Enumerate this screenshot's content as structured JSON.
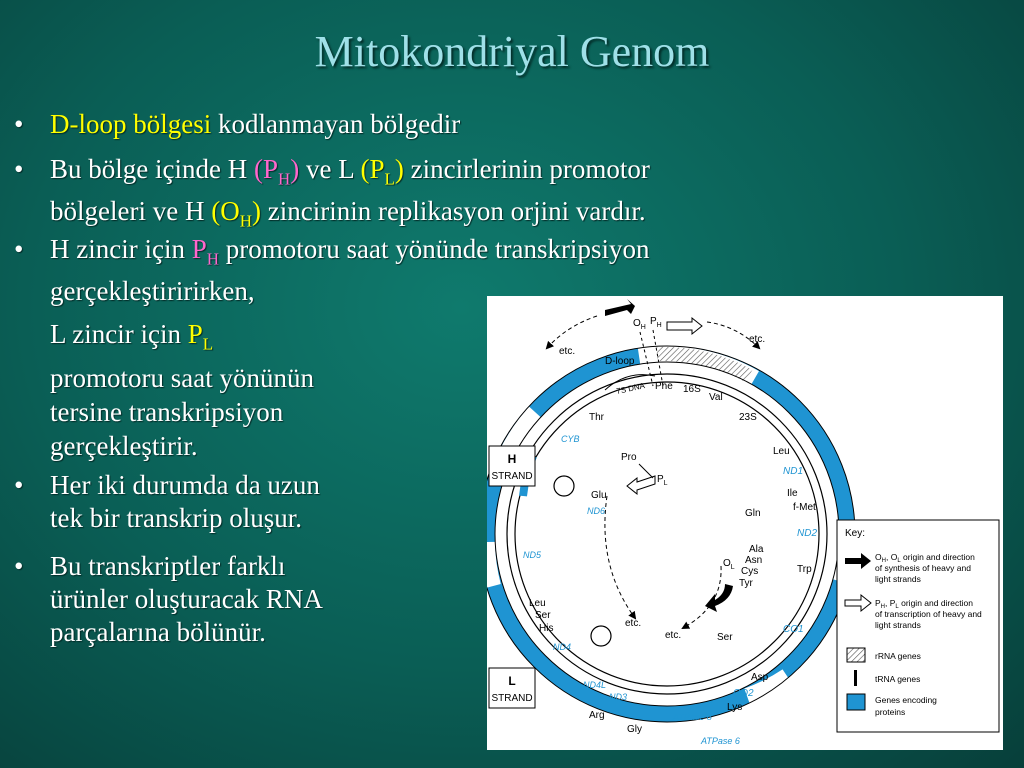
{
  "title": "Mitokondriyal Genom",
  "colors": {
    "title": "#9fe0e8",
    "highlight_yellow": "#ffff00",
    "highlight_magenta": "#ff66cc",
    "gene_blue": "#1f94d2"
  },
  "bullets": [
    {
      "part1": "D-loop bölgesi",
      "part2": " kodlanmayan bölgedir"
    },
    {
      "line1_a": "Bu bölge içinde H ",
      "ph_open": "(P",
      "ph_sub": "H",
      "ph_close": ")",
      "line1_b": " ve L ",
      "pl_open": "(P",
      "pl_sub": "L",
      "pl_close": ")",
      "line1_c": " zincirlerinin promotor",
      "line2_a": "bölgeleri ve H ",
      "oh_open": "(O",
      "oh_sub": "H",
      "oh_close": ")",
      "line2_b": " zincirinin replikasyon orjini  vardır."
    },
    {
      "a": "H zincir için ",
      "p": "P",
      "sub": "H",
      "b": " promotoru saat yönünde transkripsiyon",
      "line2": "gerçekleştiririrken,"
    },
    {
      "a": "L zincir için ",
      "p": "P",
      "sub": "L",
      "lines": [
        "promotoru saat yönünün",
        "tersine transkripsiyon",
        "gerçekleştirir."
      ]
    },
    {
      "lines": [
        "Her iki durumda da uzun",
        "tek bir transkrip oluşur."
      ]
    },
    {
      "lines": [
        "Bu transkriptler farklı",
        "ürünler oluşturacak RNA",
        "parçalarına bölünür."
      ]
    }
  ],
  "bullet_char": "•",
  "diagram": {
    "labels": {
      "etc": "etc.",
      "dloop": "D-loop",
      "dna7s": "7S DNA",
      "oh": "O",
      "oh_sub": "H",
      "ph": "P",
      "ph_sub": "H",
      "pl": "P",
      "pl_sub": "L",
      "ol": "O",
      "ol_sub": "L",
      "h_strand_letter": "H",
      "h_strand_word": "STRAND",
      "l_strand_letter": "L",
      "l_strand_word": "STRAND"
    },
    "genes_outer": [
      "Phe",
      "16S",
      "Val",
      "23S",
      "Leu",
      "ND1",
      "Ile",
      "f-Met",
      "ND2",
      "Trp",
      "CO1",
      "Asp",
      "CO2",
      "Lys",
      "ATPase 8",
      "ATPase 6",
      "Gly",
      "ND3",
      "Arg",
      "ND4L",
      "ND4",
      "Leu",
      "Ser",
      "His",
      "ND5",
      "CYB",
      "Thr"
    ],
    "genes_inner": [
      "Pro",
      "Glu",
      "ND6",
      "Gln",
      "Ala",
      "Asn",
      "Cys",
      "Tyr",
      "Ser"
    ],
    "key": {
      "title": "Key:",
      "oh_ol": "O",
      "oh_ol_subs": [
        "H",
        "L"
      ],
      "oh_ol_text": " origin and direction",
      "oh_ol_text2": "of synthesis of heavy and",
      "oh_ol_text3": "light strands",
      "ph_pl": "P",
      "ph_pl_subs": [
        "H",
        "L"
      ],
      "ph_pl_text": " origin and direction",
      "ph_pl_text2": "of transcription of heavy and",
      "ph_pl_text3": "light strands",
      "rrna": "rRNA genes",
      "trna": "tRNA genes",
      "genes1": "Genes encoding",
      "genes2": "proteins"
    }
  }
}
